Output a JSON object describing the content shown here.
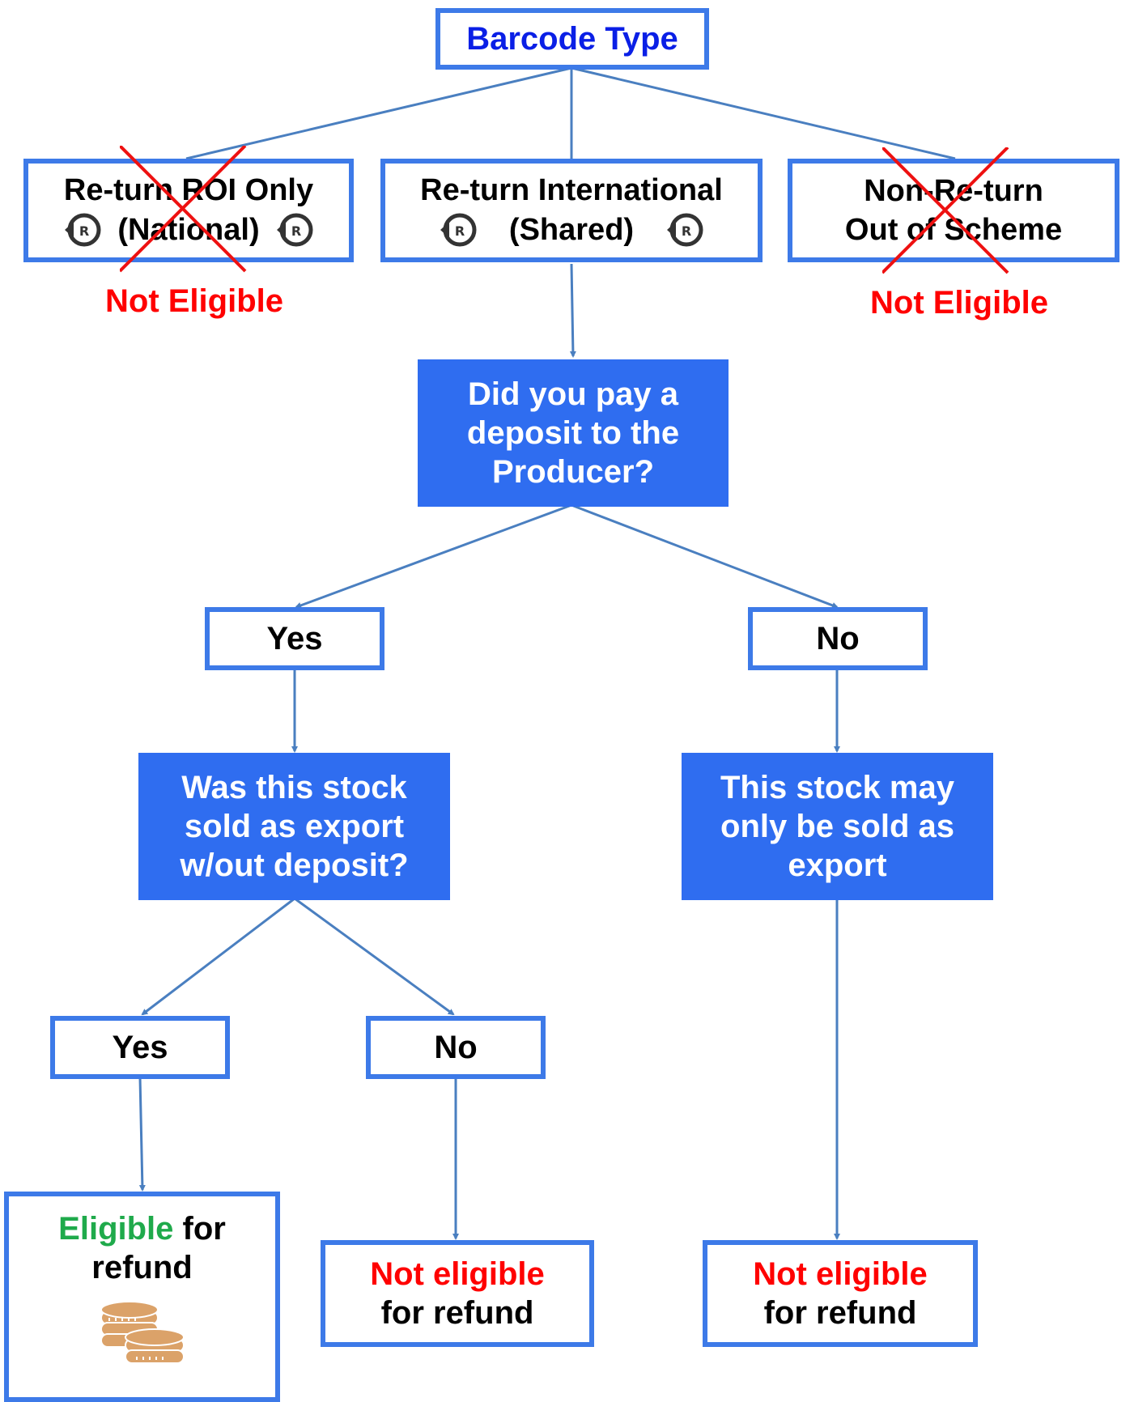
{
  "colors": {
    "accent": "#2f6df0",
    "border": "#3d7ae8",
    "connector": "#4a7fc0",
    "not_eligible": "#ff0000",
    "eligible": "#1faa4b",
    "title": "#0a1fe6"
  },
  "root": {
    "label": "Barcode Type"
  },
  "barcode_types": {
    "roi_only": {
      "line1": "Re-turn ROI Only",
      "line2": "(National)",
      "note": "Not Eligible",
      "icon": "re-turn-logo-icon",
      "crossed_out": true
    },
    "international": {
      "line1": "Re-turn International",
      "line2": "(Shared)",
      "icon": "re-turn-logo-icon",
      "crossed_out": false
    },
    "non_return": {
      "line1": "Non-Re-turn",
      "line2": "Out of Scheme",
      "note": "Not Eligible",
      "crossed_out": true
    }
  },
  "question1": {
    "line1": "Did you pay a",
    "line2": "deposit to the",
    "line3": "Producer?"
  },
  "answer1_yes": "Yes",
  "answer1_no": "No",
  "question2": {
    "line1": "Was this stock",
    "line2": "sold as export",
    "line3": "w/out deposit?"
  },
  "statement_no": {
    "line1": "This stock may",
    "line2": "only be sold as",
    "line3": "export"
  },
  "answer2_yes": "Yes",
  "answer2_no": "No",
  "outcome_eligible": {
    "highlight": "Eligible",
    "rest": " for",
    "line2": "refund",
    "icon": "coins-icon"
  },
  "outcome_not_eligible_1": {
    "highlight": "Not eligible",
    "line2": "for refund"
  },
  "outcome_not_eligible_2": {
    "highlight": "Not eligible",
    "line2": "for refund"
  }
}
